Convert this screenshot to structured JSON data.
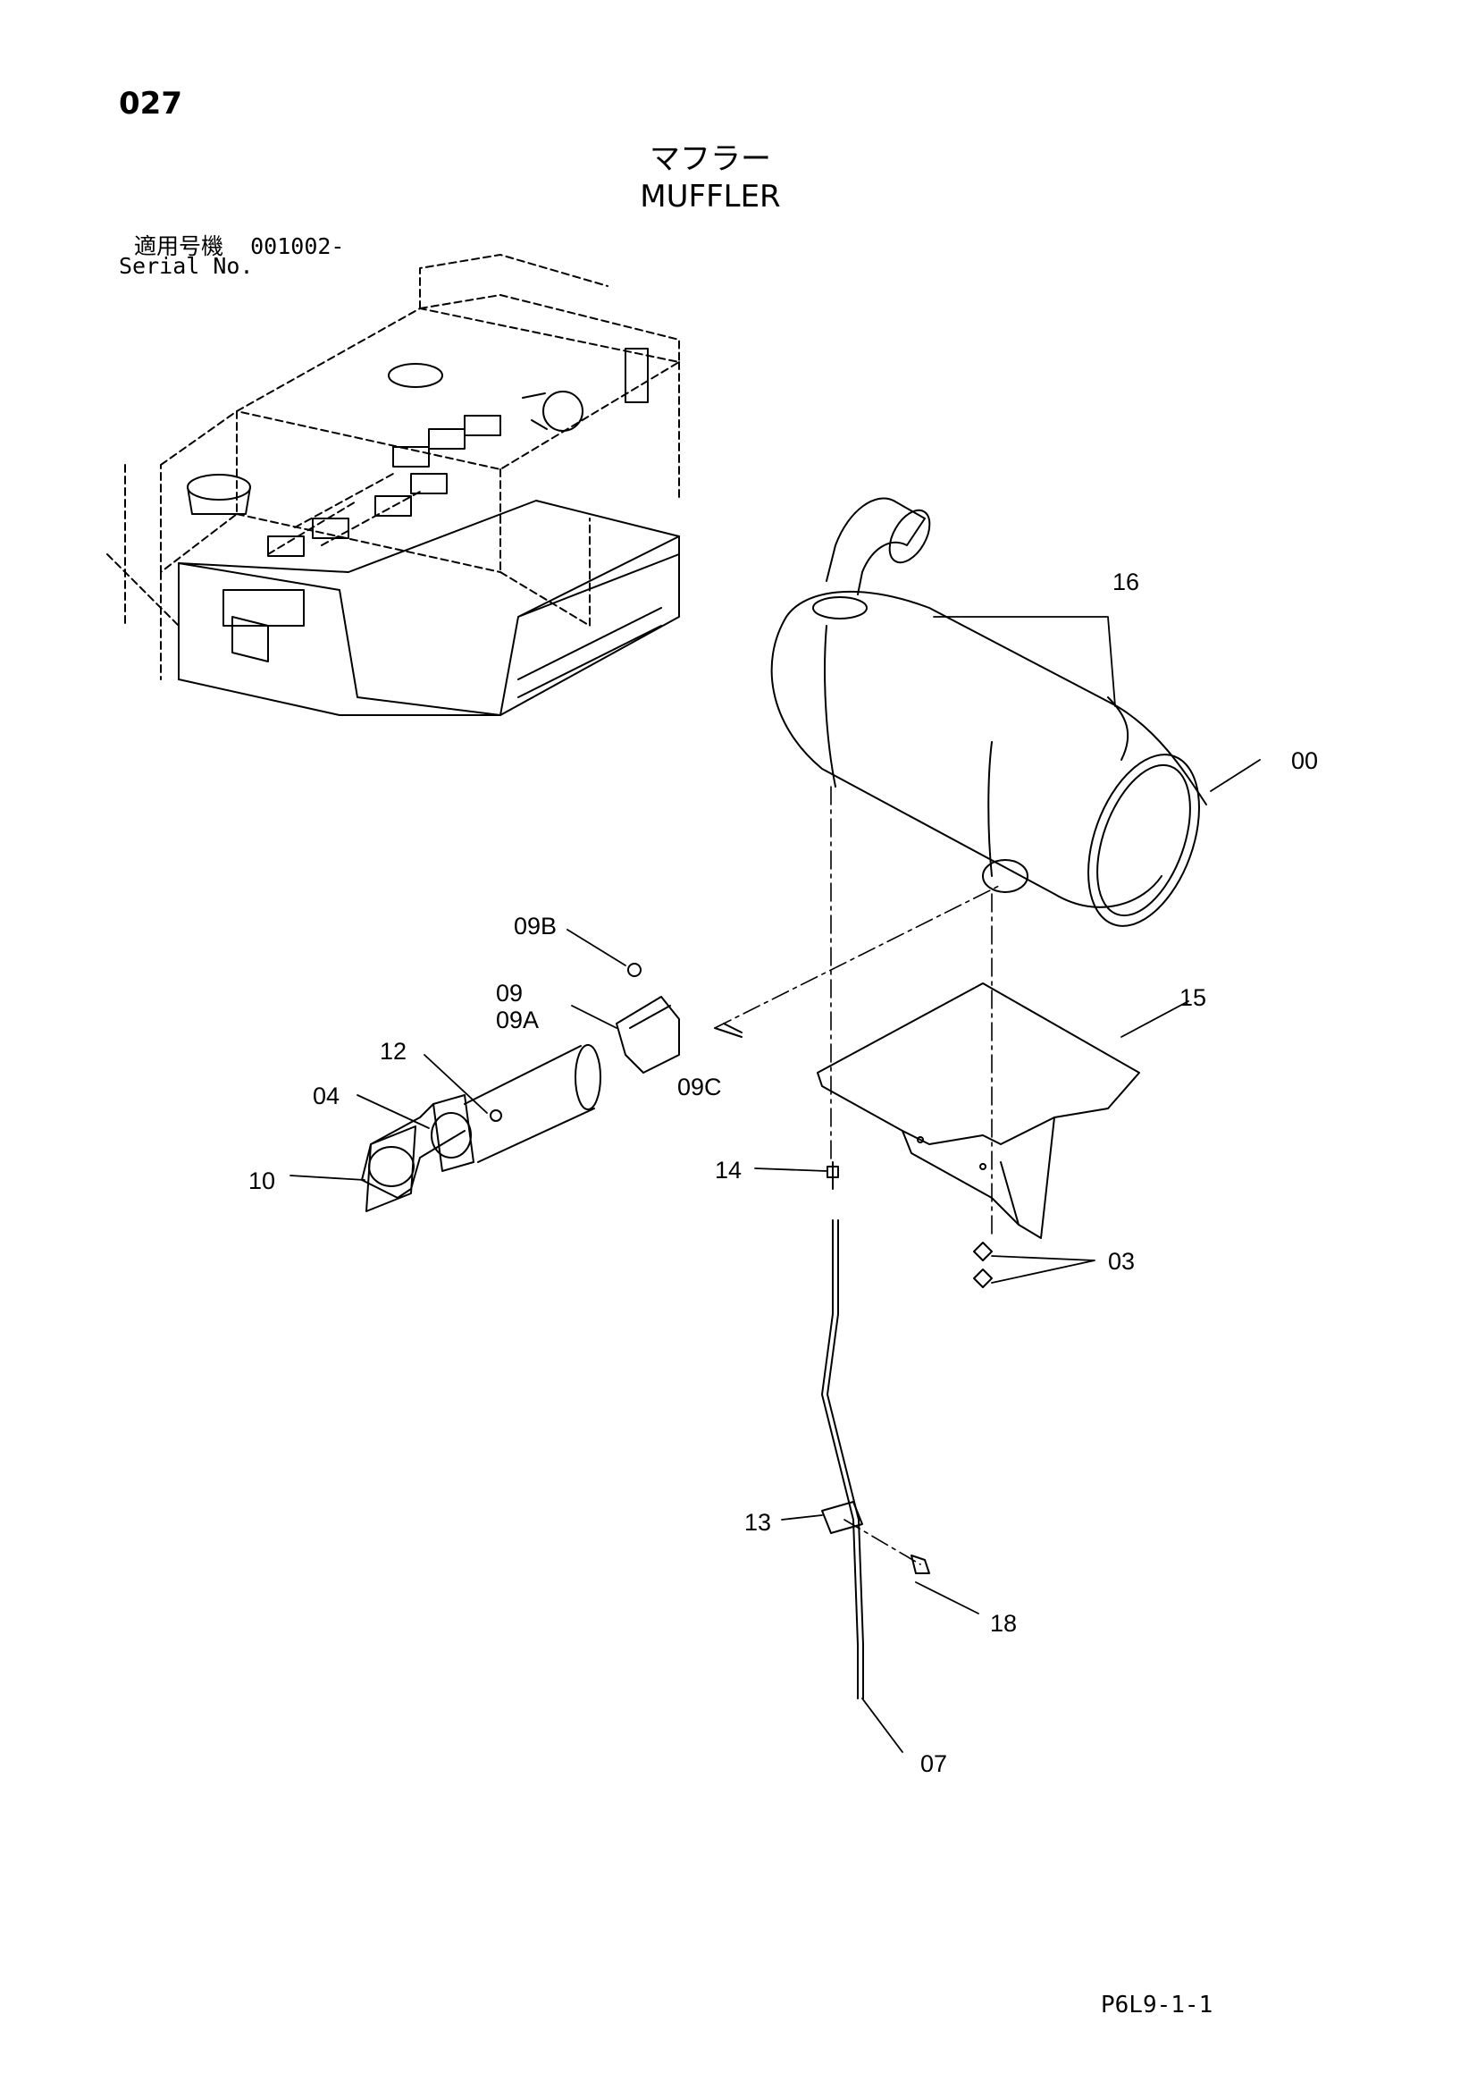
{
  "header": {
    "page_number": "027",
    "title_jp": "マフラー",
    "title_en": "MUFFLER"
  },
  "serial": {
    "label_jp": "適用号機",
    "value": "001002-",
    "label_en": "Serial No."
  },
  "parts": {
    "p00": "00",
    "p03": "03",
    "p04": "04",
    "p07": "07",
    "p09": "09",
    "p09A": "09A",
    "p09B": "09B",
    "p09C": "09C",
    "p10": "10",
    "p12": "12",
    "p13": "13",
    "p14": "14",
    "p15": "15",
    "p16": "16",
    "p18": "18"
  },
  "footer": {
    "code": "P6L9-1-1"
  }
}
